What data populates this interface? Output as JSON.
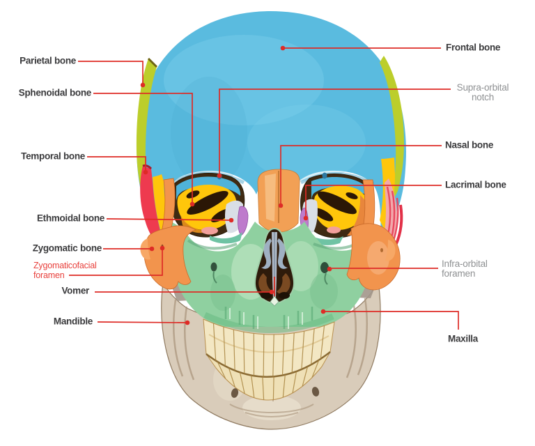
{
  "labels": {
    "parietal": "Parietal bone",
    "sphenoidal": "Sphenoidal bone",
    "temporal": "Temporal bone",
    "ethmoidal": "Ethmoidal bone",
    "zygomatic": "Zygomatic bone",
    "zygomaticofacial_line1": "Zygomaticofacial",
    "zygomaticofacial_line2": "foramen",
    "vomer": "Vomer",
    "mandible": "Mandible",
    "frontal": "Frontal bone",
    "supraorbital_line1": "Supra-orbital",
    "supraorbital_line2": "notch",
    "nasal": "Nasal bone",
    "lacrimal": "Lacrimal bone",
    "infraorbital_line1": "Infra-orbital",
    "infraorbital_line2": "foramen",
    "maxilla": "Maxilla"
  },
  "colors": {
    "leader_line": "#de2b26",
    "label_text": "#3a3a3c",
    "label_muted": "#8e9092",
    "label_red": "#e8403c",
    "frontal_bone": "#5abbdf",
    "parietal_bone": "#bcce2b",
    "temporal_bone": "#ee3a4f",
    "sphenoid_bone": "#ffc60b",
    "ethmoid_bone": "#be7bcc",
    "lacrimal_bone": "#d9dee6",
    "zygomatic_bone": "#f2944d",
    "nasal_bone": "#f2a055",
    "maxilla_bone": "#8fd0a0",
    "mandible_bone": "#d9ccba",
    "teeth": "#f3e7c3",
    "orbit_dark": "#3f2a12",
    "aperture_dark": "#2e1b0b"
  }
}
